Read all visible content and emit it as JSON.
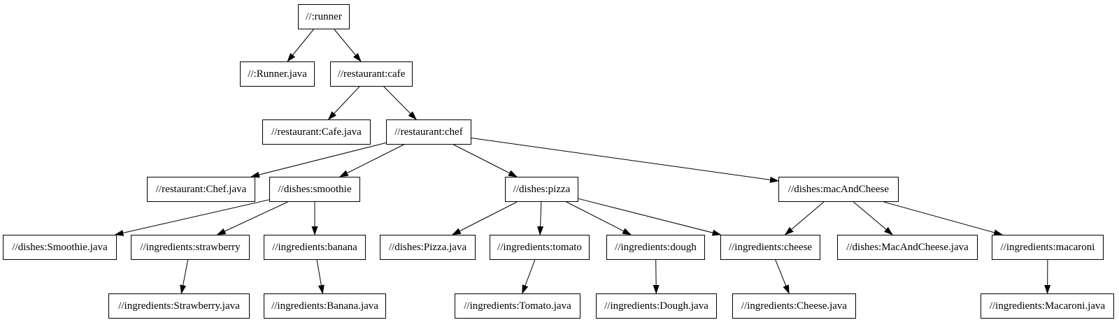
{
  "graph": {
    "title": "build dependency graph",
    "background": "#ffffff",
    "node_fill": "#ffffff",
    "node_border_color": "#000000",
    "text_color": "#000000",
    "edge_color": "#000000",
    "nodes": [
      {
        "id": "runner",
        "label": "//:runner"
      },
      {
        "id": "runner_java",
        "label": "//:Runner.java"
      },
      {
        "id": "cafe",
        "label": "//restaurant:cafe"
      },
      {
        "id": "cafe_java",
        "label": "//restaurant:Cafe.java"
      },
      {
        "id": "chef",
        "label": "//restaurant:chef"
      },
      {
        "id": "chef_java",
        "label": "//restaurant:Chef.java"
      },
      {
        "id": "smoothie",
        "label": "//dishes:smoothie"
      },
      {
        "id": "pizza",
        "label": "//dishes:pizza"
      },
      {
        "id": "macandcheese",
        "label": "//dishes:macAndCheese"
      },
      {
        "id": "smoothie_java",
        "label": "//dishes:Smoothie.java"
      },
      {
        "id": "strawberry",
        "label": "//ingredients:strawberry"
      },
      {
        "id": "banana",
        "label": "//ingredients:banana"
      },
      {
        "id": "pizza_java",
        "label": "//dishes:Pizza.java"
      },
      {
        "id": "tomato",
        "label": "//ingredients:tomato"
      },
      {
        "id": "dough",
        "label": "//ingredients:dough"
      },
      {
        "id": "cheese",
        "label": "//ingredients:cheese"
      },
      {
        "id": "macandcheese_java",
        "label": "//dishes:MacAndCheese.java"
      },
      {
        "id": "macaroni",
        "label": "//ingredients:macaroni"
      },
      {
        "id": "strawberry_java",
        "label": "//ingredients:Strawberry.java"
      },
      {
        "id": "banana_java",
        "label": "//ingredients:Banana.java"
      },
      {
        "id": "tomato_java",
        "label": "//ingredients:Tomato.java"
      },
      {
        "id": "dough_java",
        "label": "//ingredients:Dough.java"
      },
      {
        "id": "cheese_java",
        "label": "//ingredients:Cheese.java"
      },
      {
        "id": "macaroni_java",
        "label": "//ingredients:Macaroni.java"
      }
    ],
    "edges": [
      {
        "from": "runner",
        "to": "runner_java"
      },
      {
        "from": "runner",
        "to": "cafe"
      },
      {
        "from": "cafe",
        "to": "cafe_java"
      },
      {
        "from": "cafe",
        "to": "chef"
      },
      {
        "from": "chef",
        "to": "chef_java"
      },
      {
        "from": "chef",
        "to": "smoothie"
      },
      {
        "from": "chef",
        "to": "pizza"
      },
      {
        "from": "chef",
        "to": "macandcheese"
      },
      {
        "from": "smoothie",
        "to": "smoothie_java"
      },
      {
        "from": "smoothie",
        "to": "strawberry"
      },
      {
        "from": "smoothie",
        "to": "banana"
      },
      {
        "from": "strawberry",
        "to": "strawberry_java"
      },
      {
        "from": "banana",
        "to": "banana_java"
      },
      {
        "from": "pizza",
        "to": "pizza_java"
      },
      {
        "from": "pizza",
        "to": "tomato"
      },
      {
        "from": "pizza",
        "to": "dough"
      },
      {
        "from": "pizza",
        "to": "cheese"
      },
      {
        "from": "tomato",
        "to": "tomato_java"
      },
      {
        "from": "dough",
        "to": "dough_java"
      },
      {
        "from": "cheese",
        "to": "cheese_java"
      },
      {
        "from": "macandcheese",
        "to": "cheese"
      },
      {
        "from": "macandcheese",
        "to": "macandcheese_java"
      },
      {
        "from": "macandcheese",
        "to": "macaroni"
      },
      {
        "from": "macaroni",
        "to": "macaroni_java"
      }
    ]
  }
}
